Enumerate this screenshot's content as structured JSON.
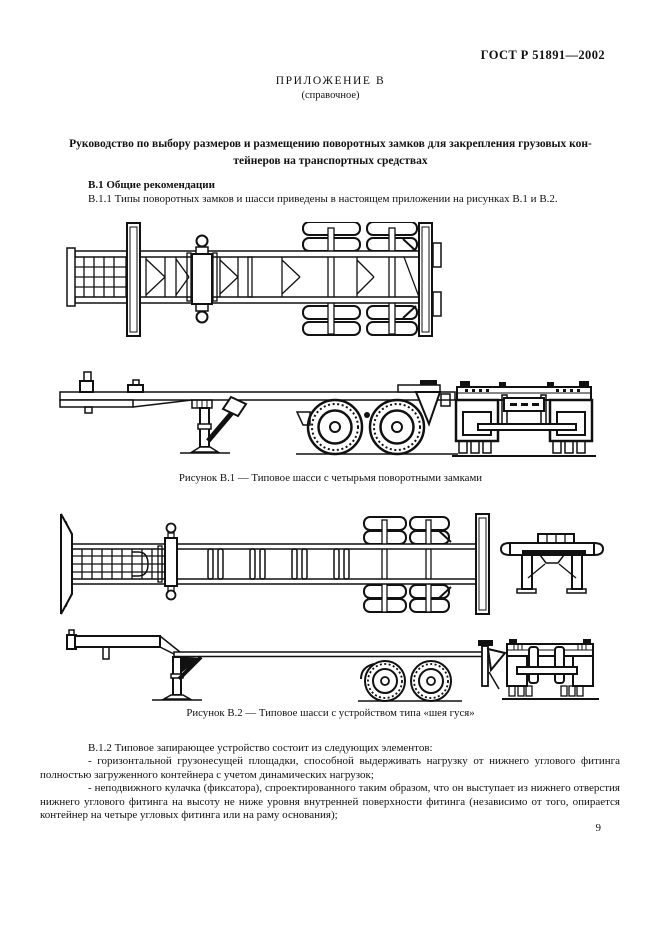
{
  "header": {
    "doc_number": "ГОСТ Р 51891—2002"
  },
  "appendix": {
    "label": "ПРИЛОЖЕНИЕ В",
    "note": "(справочное)"
  },
  "title": {
    "line1": "Руководство по выбору размеров и размещению поворотных замков для закрепления грузовых кон-",
    "line2": "тейнеров на транспортных средствах"
  },
  "section_b1": {
    "heading": "В.1  Общие рекомендации",
    "item_b11": "В.1.1  Типы поворотных замков и шасси приведены в настоящем приложении на рисунках В.1 и В.2."
  },
  "figures": {
    "b1_caption": "Рисунок В.1 — Типовое шасси с четырьмя поворотными замками",
    "b2_caption": "Рисунок В.2 — Типовое шасси с устройством типа «шея гуся»"
  },
  "section_b12": {
    "intro": "В.1.2  Типовое запирающее устройство состоит из следующих элементов:",
    "item1": "- горизонтальной грузонесущей площадки, способной выдерживать нагрузку от нижнего углового фитинга полностью загруженного контейнера с учетом динамических нагрузок;",
    "item2": "- неподвижного кулачка (фиксатора), спроектированного таким образом, что он выступает из нижнего отверстия нижнего углового фитинга на высоту не ниже уровня внутренней поверхности фитинга (независимо от того, опирается контейнер на четыре угловых фитинга или на раму основания);"
  },
  "footer": {
    "page_number": "9"
  }
}
